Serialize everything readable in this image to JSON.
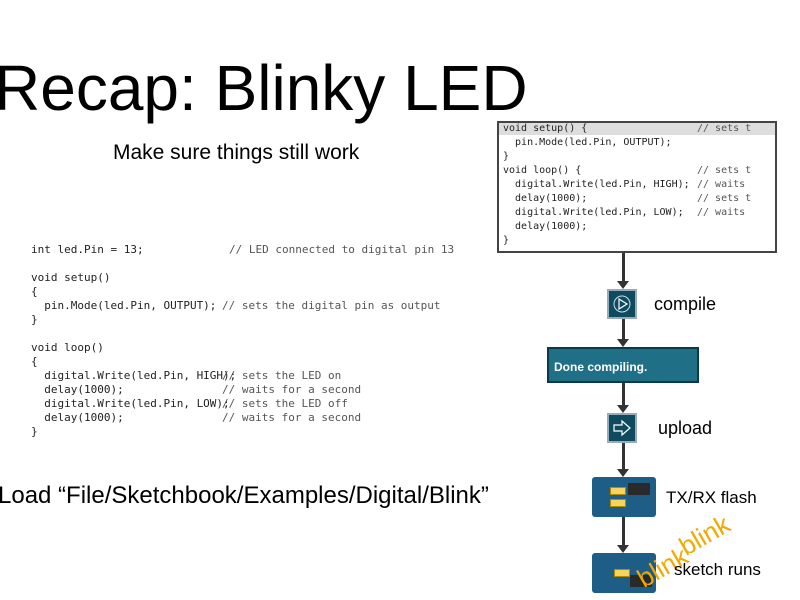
{
  "slide": {
    "title": "Recap: Blinky LED",
    "subtitle": "Make sure things still work",
    "load_instruction": "Load “File/Sketchbook/Examples/Digital/Blink”"
  },
  "main_code": {
    "line_decl": "int led.Pin = 13;",
    "comment_decl": "// LED connected to digital pin 13",
    "setup_sig": "void setup()",
    "brace_open": "{",
    "setup_body": "  pin.Mode(led.Pin, OUTPUT);",
    "setup_comment": "// sets the digital pin as output",
    "brace_close": "}",
    "loop_sig": "void loop()",
    "loop_body": "  digital.Write(led.Pin, HIGH);\n  delay(1000);\n  digital.Write(led.Pin, LOW);\n  delay(1000);",
    "loop_comments": "// sets the LED on\n// waits for a second\n// sets the LED off\n// waits for a second"
  },
  "inset_code": {
    "text": "void setup() {\n  pin.Mode(led.Pin, OUTPUT);\n}\nvoid loop() {\n  digital.Write(led.Pin, HIGH);\n  delay(1000);\n  digital.Write(led.Pin, LOW);\n  delay(1000);\n}",
    "comments": "// sets t\n\n\n// sets t\n// waits\n// sets t\n// waits"
  },
  "workflow": {
    "compile_label": "compile",
    "status_text": "Done compiling.",
    "upload_label": "upload",
    "txrx_label": "TX/RX flash",
    "blink_text_1": "blink",
    "blink_text_2": "blink",
    "runs_label": "sketch runs"
  },
  "icons": {
    "verify": "play-triangle-icon",
    "upload": "upload-arrow-icon"
  },
  "colors": {
    "button_bg": "#0e4b5e",
    "status_bg": "#1f6f86",
    "blink": "#f2a900"
  }
}
